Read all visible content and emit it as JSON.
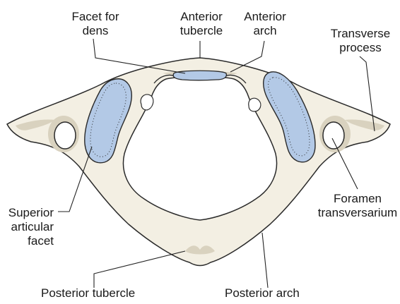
{
  "labels": {
    "facet_for_dens": [
      "Facet for",
      "dens"
    ],
    "anterior_tubercle": [
      "Anterior",
      "tubercle"
    ],
    "anterior_arch": [
      "Anterior",
      "arch"
    ],
    "transverse_process": [
      "Transverse",
      "process"
    ],
    "superior_articular_facet": [
      "Superior",
      "articular",
      "facet"
    ],
    "foramen_transversarium": [
      "Foramen",
      "transversarium"
    ],
    "posterior_tubercle": "Posterior tubercle",
    "posterior_arch": "Posterior arch"
  },
  "colors": {
    "bone_fill": "#f3efe3",
    "bone_outline": "#2a2a2a",
    "bone_shadow": "#d9d2bf",
    "facet_fill": "#b3c9e6",
    "leader_line": "#222222"
  }
}
